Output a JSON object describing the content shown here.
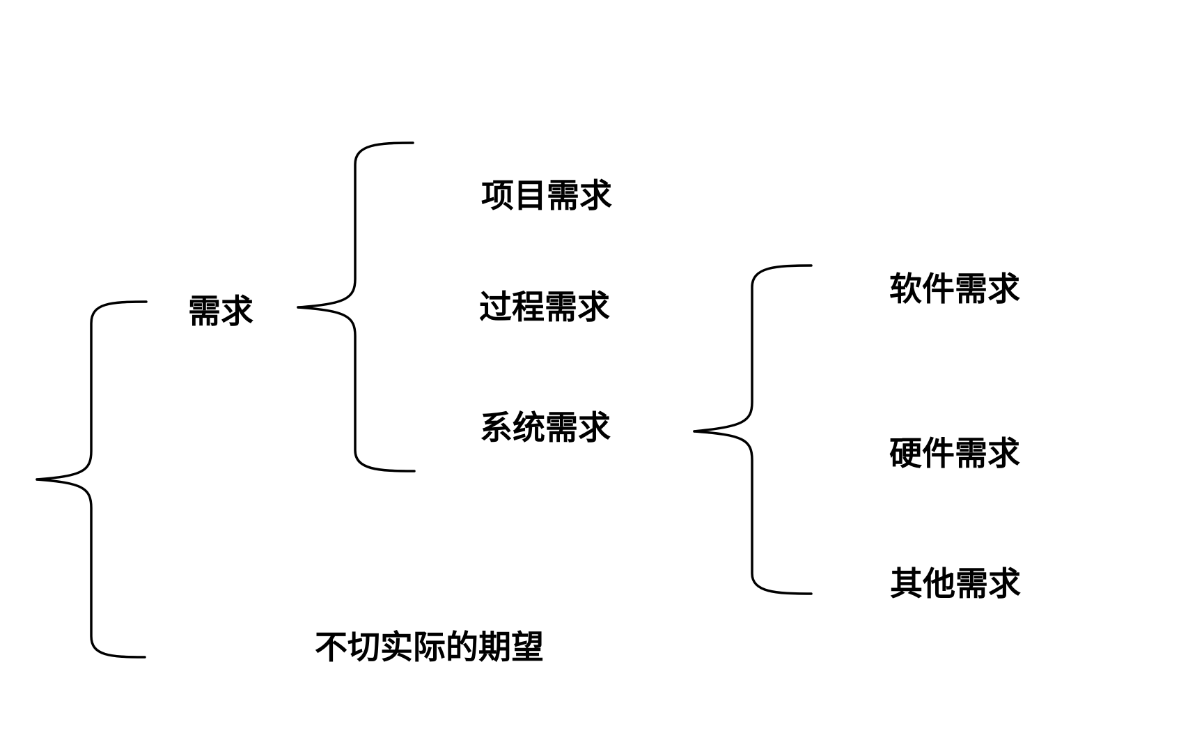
{
  "diagram": {
    "type": "brace-map",
    "colors": {
      "background": "#ffffff",
      "line": "#000000",
      "text": "#000000"
    },
    "nodes": {
      "requirements": {
        "label": "需求"
      },
      "project_requirements": {
        "label": "项目需求"
      },
      "process_requirements": {
        "label": "过程需求"
      },
      "system_requirements": {
        "label": "系统需求"
      },
      "software_requirements": {
        "label": "软件需求"
      },
      "hardware_requirements": {
        "label": "硬件需求"
      },
      "other_requirements": {
        "label": "其他需求"
      },
      "unrealistic_expectations": {
        "label": "不切实际的期望"
      }
    },
    "hierarchy": {
      "root_children": [
        "requirements",
        "unrealistic_expectations"
      ],
      "requirements_children": [
        "project_requirements",
        "process_requirements",
        "system_requirements"
      ],
      "system_requirements_children": [
        "software_requirements",
        "hardware_requirements",
        "other_requirements"
      ]
    }
  }
}
